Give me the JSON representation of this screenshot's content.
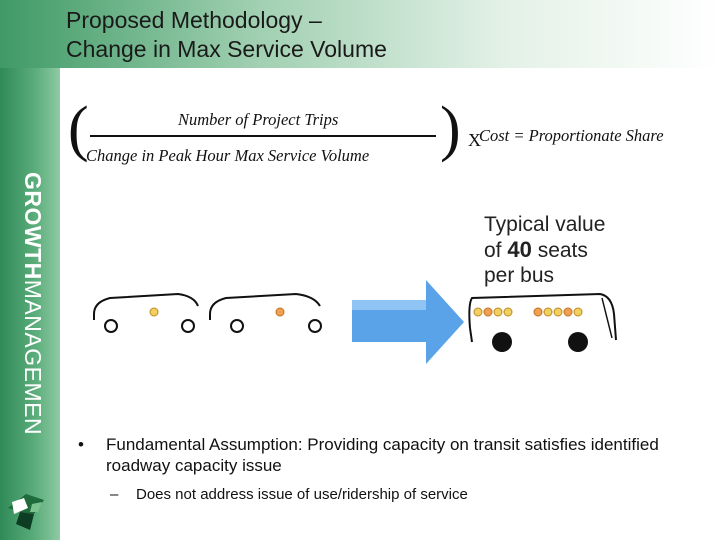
{
  "slide": {
    "title_line1": "Proposed Methodology –",
    "title_line2": "Change in Max Service Volume",
    "side_brand_bold": "GROWTH",
    "side_brand_rest": "MANAGEMEN"
  },
  "formula": {
    "numerator": "Number of Project Trips",
    "denominator": "Change in Peak Hour Max Service Volume",
    "operator": "X",
    "result": "Cost = Proportionate Share"
  },
  "callout": {
    "line1": "Typical value",
    "prefix": "of",
    "number": "40",
    "suffix": "seats",
    "line3": "per bus"
  },
  "bullets": {
    "main_marker": "•",
    "main_text": "Fundamental Assumption: Providing capacity on transit satisfies identified roadway capacity issue",
    "sub_marker": "–",
    "sub_text": "Does not address issue of use/ridership of service"
  },
  "colors": {
    "header_green": "#3f9a66",
    "band_green": "#2f8a58",
    "arrow_blue": "#5ba3e8",
    "passenger_orange": "#f0a050",
    "passenger_yellow": "#f0d060"
  }
}
